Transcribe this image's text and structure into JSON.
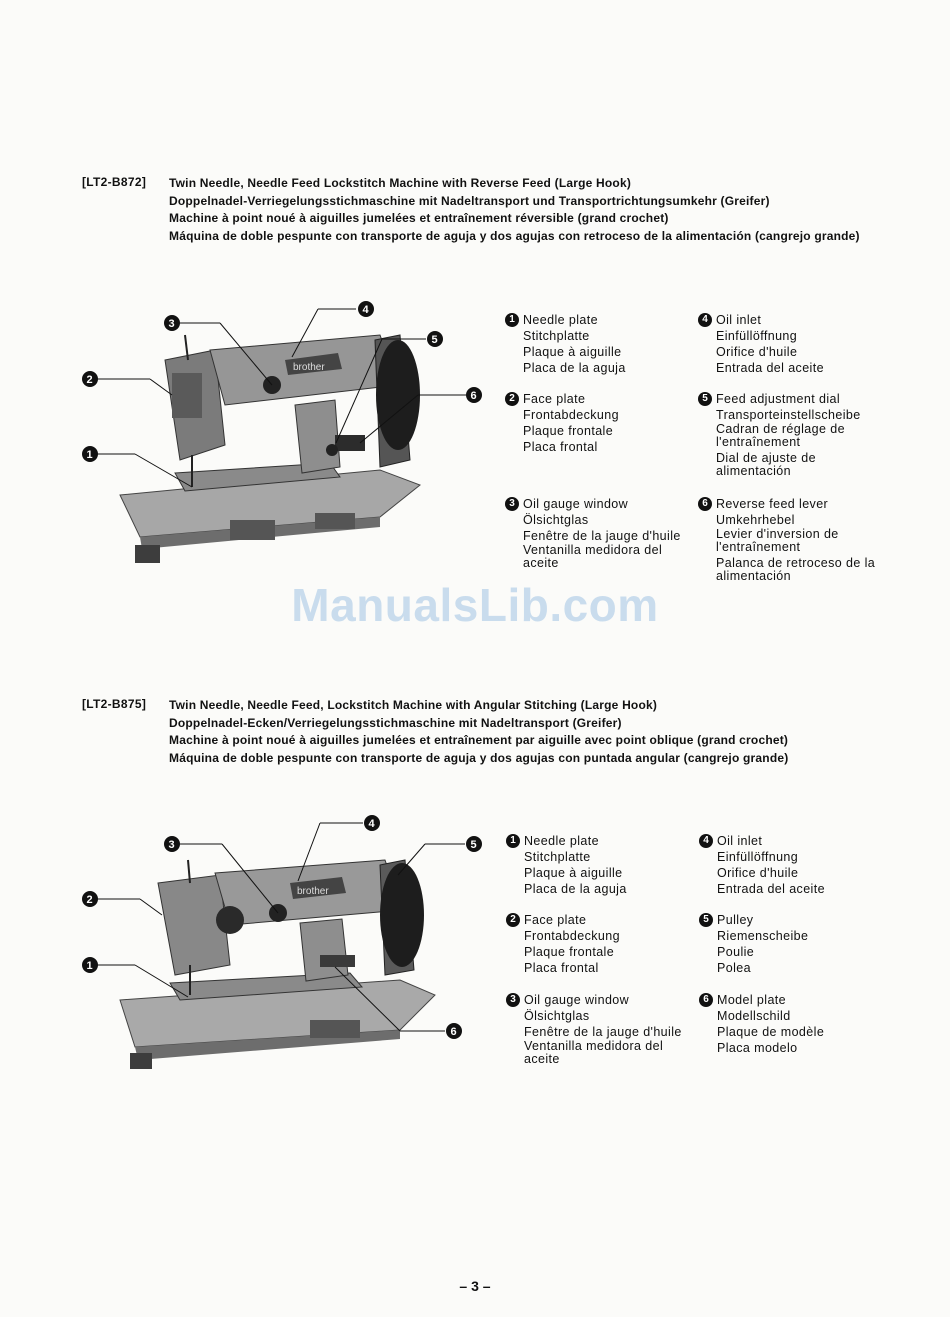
{
  "sections": [
    {
      "model": "[LT2-B872]",
      "titles": [
        "Twin Needle, Needle Feed Lockstitch Machine with Reverse Feed (Large Hook)",
        "Doppelnadel-Verriegelungsstichmaschine mit Nadeltransport und Transportrichtungsumkehr (Greifer)",
        "Machine à point noué à aiguilles jumelées et entraînement réversible (grand crochet)",
        "Máquina de doble pespunte con transporte de aguja y dos agujas con retroceso de la alimentación (cangrejo grande)"
      ],
      "image": {
        "brand": "brother"
      },
      "legend": [
        {
          "num": "1",
          "lines": [
            "Needle plate",
            "Stitchplatte",
            "Plaque à aiguille",
            "Placa de la aguja"
          ]
        },
        {
          "num": "2",
          "lines": [
            "Face plate",
            "Frontabdeckung",
            "Plaque frontale",
            "Placa frontal"
          ]
        },
        {
          "num": "3",
          "lines": [
            "Oil gauge window",
            "Ölsichtglas",
            "Fenêtre de la jauge d'huile",
            "Ventanilla medidora del aceite"
          ]
        },
        {
          "num": "4",
          "lines": [
            "Oil inlet",
            "Einfüllöffnung",
            "Orifice d'huile",
            "Entrada del aceite"
          ]
        },
        {
          "num": "5",
          "lines": [
            "Feed adjustment dial",
            "Transporteinstellscheibe",
            "Cadran de réglage de l'entraînement",
            "Dial de ajuste de alimentación"
          ]
        },
        {
          "num": "6",
          "lines": [
            "Reverse feed lever",
            "Umkehrhebel",
            "Levier d'inversion de l'entraînement",
            "Palanca de retroceso de la alimentación"
          ]
        }
      ]
    },
    {
      "model": "[LT2-B875]",
      "titles": [
        "Twin Needle, Needle Feed, Lockstitch Machine with Angular Stitching (Large Hook)",
        "Doppelnadel-Ecken/Verriegelungsstichmaschine mit Nadeltransport (Greifer)",
        "Machine à point noué à aiguilles jumelées et entraînement par aiguille avec point oblique (grand crochet)",
        "Máquina de doble pespunte con transporte de aguja y dos agujas con puntada angular (cangrejo grande)"
      ],
      "image": {
        "brand": "brother"
      },
      "legend": [
        {
          "num": "1",
          "lines": [
            "Needle plate",
            "Stitchplatte",
            "Plaque à aiguille",
            "Placa de la aguja"
          ]
        },
        {
          "num": "2",
          "lines": [
            "Face plate",
            "Frontabdeckung",
            "Plaque frontale",
            "Placa frontal"
          ]
        },
        {
          "num": "3",
          "lines": [
            "Oil gauge window",
            "Ölsichtglas",
            "Fenêtre de la jauge d'huile",
            "Ventanilla medidora del aceite"
          ]
        },
        {
          "num": "4",
          "lines": [
            "Oil inlet",
            "Einfüllöffnung",
            "Orifice d'huile",
            "Entrada del aceite"
          ]
        },
        {
          "num": "5",
          "lines": [
            "Pulley",
            "Riemenscheibe",
            "Poulie",
            "Polea"
          ]
        },
        {
          "num": "6",
          "lines": [
            "Model plate",
            "Modellschild",
            "Plaque de modèle",
            "Placa modelo"
          ]
        }
      ]
    }
  ],
  "watermark": "ManualsLib.com",
  "page_number": "– 3 –"
}
